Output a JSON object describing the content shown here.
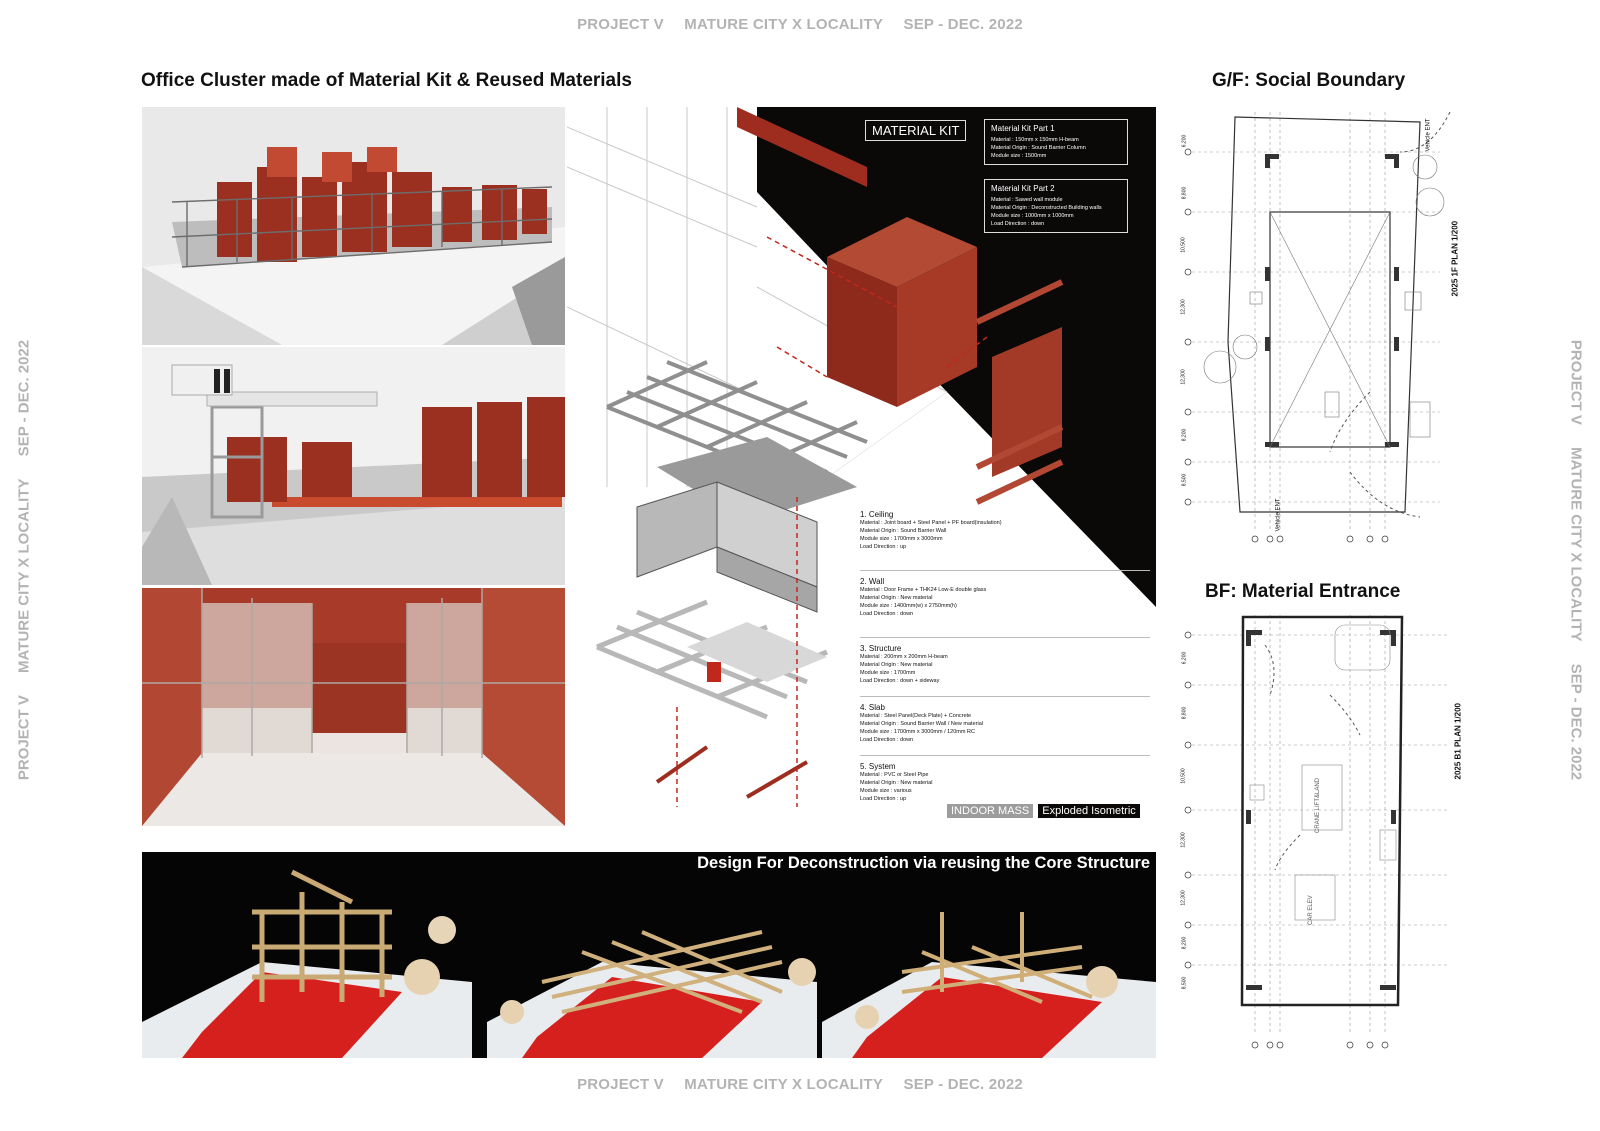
{
  "header": {
    "project": "PROJECT V",
    "theme": "MATURE CITY X LOCALITY",
    "date": "SEP - DEC. 2022"
  },
  "footer": {
    "project": "PROJECT V",
    "theme": "MATURE CITY X LOCALITY",
    "date": "SEP - DEC. 2022"
  },
  "side_left": {
    "project": "PROJECT V",
    "theme": "MATURE CITY X LOCALITY",
    "date": "SEP - DEC. 2022"
  },
  "side_right": {
    "project": "PROJECT V",
    "theme": "MATURE CITY X LOCALITY",
    "date": "SEP - DEC. 2022"
  },
  "main": {
    "title": "Office Cluster made of Material Kit & Reused Materials",
    "material_kit_label": "MATERIAL KIT",
    "kit_parts": [
      {
        "title": "Material Kit Part 1",
        "lines": [
          "Material        : 150mm x 150mm H-beam",
          "Material Origin : Sound Barrier Column",
          "Module size     : 1500mm"
        ]
      },
      {
        "title": "Material Kit Part 2",
        "lines": [
          "Material        : Sawed wall module",
          "Material Origin : Deconstructed Building walls",
          "Module size     : 1000mm x 1000mm",
          "Load Direction  : down"
        ]
      }
    ],
    "layers": [
      {
        "title": "1. Ceiling",
        "lines": [
          "Material        : Joint board + Steel Panel + PF board(insulation)",
          "Material Origin : Sound Barrier Wall",
          "Module size     : 1700mm x 3000mm",
          "Load Direction  : up"
        ]
      },
      {
        "title": "2. Wall",
        "lines": [
          "Material        : Door Frame + THK24 Low-E double glass",
          "Material Origin : New material",
          "Module size     : 1400mm(w) x 2750mm(h)",
          "Load Direction  : down"
        ]
      },
      {
        "title": "3. Structure",
        "lines": [
          "Material        : 200mm x 200mm H-beam",
          "Material Origin : New material",
          "Module size     : 1700mm",
          "Load Direction  : down + sideway"
        ]
      },
      {
        "title": "4. Slab",
        "lines": [
          "Material        : Steel Panel(Deck Plate) + Concrete",
          "Material Origin : Sound Barrier Wall / New material",
          "Module size     : 1700mm x 3000mm / 120mm RC",
          "Load Direction  : down"
        ]
      },
      {
        "title": "5. System",
        "lines": [
          "Material        : PVC or Steel Pipe",
          "Material Origin : New material",
          "Module size     : various",
          "Load Direction  : up"
        ]
      }
    ],
    "indoor_mass_label": "INDOOR MASS",
    "exploded_label": "Exploded Isometric"
  },
  "models": {
    "title": "Design For Deconstruction via reusing the Core Structure"
  },
  "plan_gf": {
    "title": "G/F: Social Boundary",
    "plan_label": "2025 1F PLAN 1/200",
    "vehicle_ent_top": "Vehicle ENT",
    "vehicle_ent_bottom": "Vehicle ENT",
    "dims": [
      "6,200",
      "8,800",
      "10,500",
      "12,300",
      "12,300",
      "8,200",
      "8,500"
    ]
  },
  "plan_bf": {
    "title": "BF: Material Entrance",
    "plan_label": "2025 B1 PLAN 1/200",
    "crane_label": "CRANE LIFT&LAND",
    "car_elev_label": "CAR ELEV",
    "dims": [
      "6,200",
      "8,800",
      "10,500",
      "12,300",
      "12,300",
      "8,200",
      "8,500"
    ]
  },
  "colors": {
    "brick": "#8e2a1c",
    "brick_light": "#b9432e",
    "red_model": "#d41f1f",
    "black": "#0a0a0a",
    "grey_text": "#b3b3b3"
  }
}
